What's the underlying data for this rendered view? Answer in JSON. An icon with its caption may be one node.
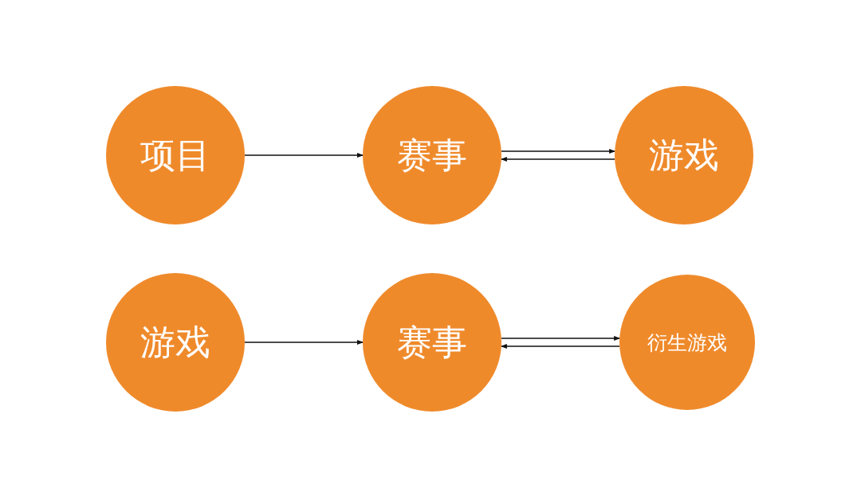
{
  "diagram": {
    "nodes": [
      {
        "text": [
          "项目"
        ]
      },
      {
        "text": [
          "赛事"
        ]
      },
      {
        "text": [
          "游戏"
        ]
      },
      {
        "text": [
          "游戏"
        ]
      },
      {
        "text": [
          "赛事"
        ]
      },
      {
        "text": [
          "衍生游戏"
        ]
      }
    ],
    "edges": [
      {
        "from": 0,
        "to": 1,
        "arrow": "to"
      },
      {
        "from": 1,
        "to": 2,
        "arrow": "to"
      },
      {
        "from": 2,
        "to": 1,
        "arrow": "to"
      },
      {
        "from": 3,
        "to": 4,
        "arrow": "to"
      },
      {
        "from": 4,
        "to": 5,
        "arrow": "to"
      },
      {
        "from": 5,
        "to": 4,
        "arrow": "to"
      }
    ]
  }
}
